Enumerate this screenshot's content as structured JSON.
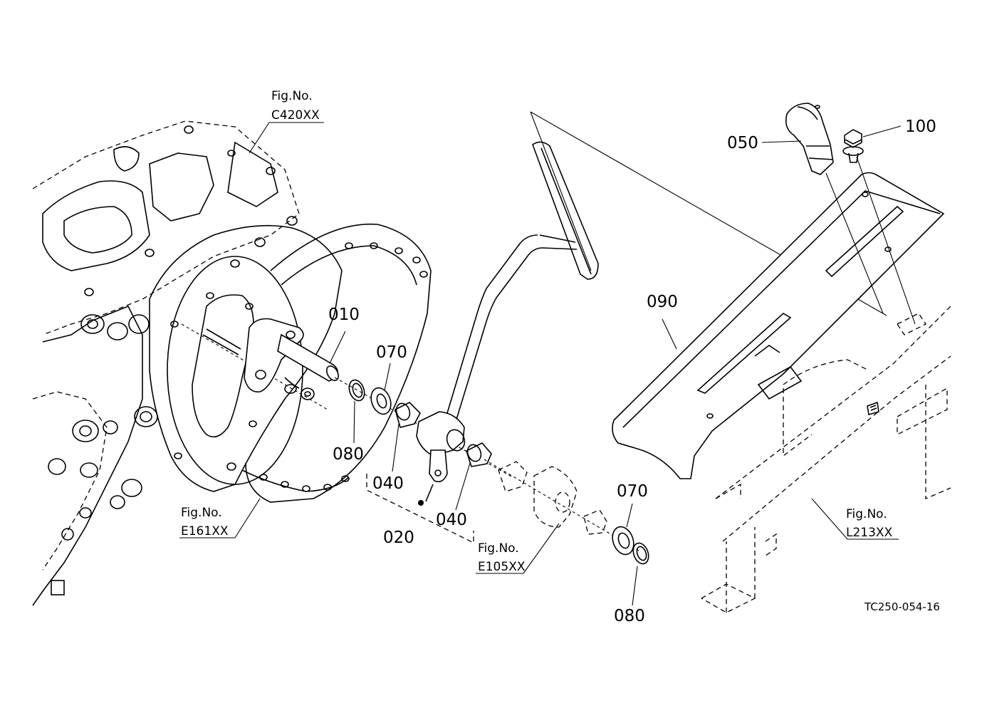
{
  "diagram": {
    "drawing_code": "TC250-054-16",
    "part_labels": {
      "p010": "010",
      "p020": "020",
      "p040a": "040",
      "p040b": "040",
      "p050": "050",
      "p070a": "070",
      "p070b": "070",
      "p080a": "080",
      "p080b": "080",
      "p090": "090",
      "p100": "100"
    },
    "figure_refs": {
      "c420": {
        "title": "Fig.No.",
        "code": "C420XX"
      },
      "e161": {
        "title": "Fig.No.",
        "code": "E161XX"
      },
      "e105": {
        "title": "Fig.No.",
        "code": "E105XX"
      },
      "l213": {
        "title": "Fig.No.",
        "code": "L213XX"
      }
    }
  }
}
